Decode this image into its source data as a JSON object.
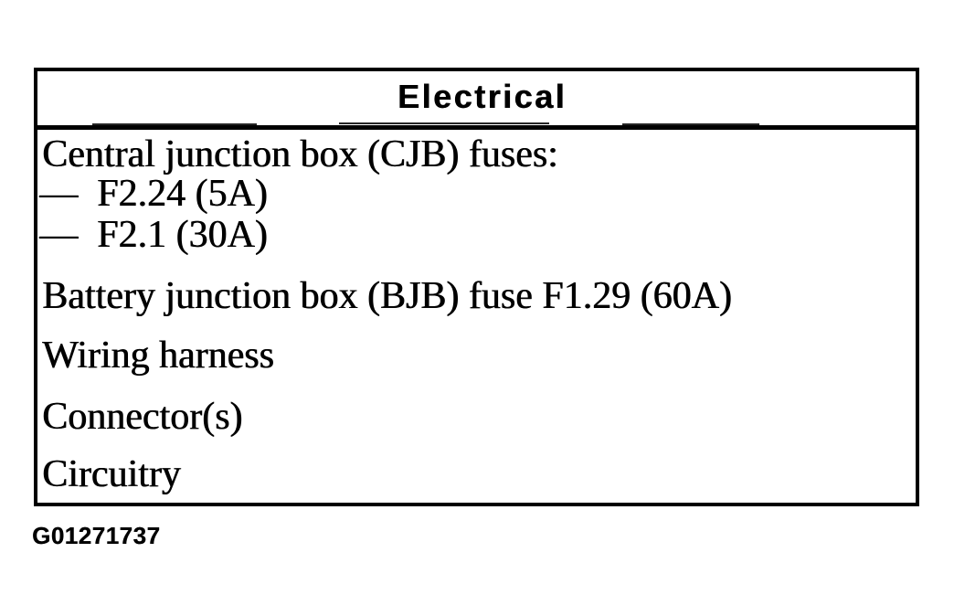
{
  "colors": {
    "ink": "#000000",
    "paper": "#ffffff"
  },
  "table": {
    "title": "Electrical",
    "rows": [
      "Central junction box (CJB) fuses:",
      "—  F2.24 (5A)",
      "—  F2.1 (30A)",
      "Battery junction box (BJB) fuse F1.29 (60A)",
      "Wiring harness",
      "Connector(s)",
      "Circuitry"
    ]
  },
  "figure_id": "G01271737"
}
